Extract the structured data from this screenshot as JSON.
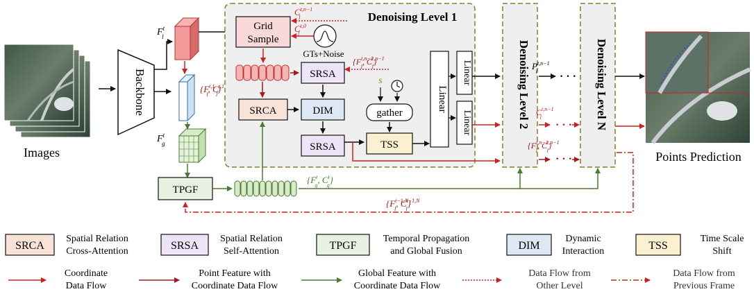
{
  "inputs": {
    "images_label": "Images",
    "backbone_label": "Backbone",
    "fl_label": "F",
    "fl_sup": "t",
    "fl_sub": "l",
    "fg_label": "F",
    "fg_sup": "t",
    "fg_sub": "g",
    "fl_c_label": "{F",
    "fl_c_sup": "t,1",
    "fl_c_sub": "l",
    "fl_c_mid": ", C",
    "fl_c_sup2": "t,1",
    "fl_c_sub2": "l",
    "fl_c_end": "}"
  },
  "level1": {
    "title": "Denoising Level 1",
    "grid_sample_line1": "Grid",
    "grid_sample_line2": "Sample",
    "c_prev_label": "C",
    "c_prev_sup": "t,n−1",
    "c_prev_sub": "l",
    "c_zero_label": "C",
    "c_zero_sup": "t,0",
    "c_zero_sub": "l",
    "gts_noise": "GTs+Noise",
    "other_level_text": "{F",
    "other_level_sup": "t,n−1",
    "other_level_sub": "l",
    "other_level_mid": ", C",
    "other_level_sup2": "t,n−1",
    "other_level_sub2": "l",
    "other_level_end": "}",
    "srsa_top": "SRSA",
    "srca": "SRCA",
    "dim": "DIM",
    "srsa_bottom": "SRSA",
    "s_label": "s",
    "gather": "gather",
    "tss": "TSS",
    "linear_big": "Linear",
    "linear_top": "Linear",
    "linear_bottom": "Linear"
  },
  "levels": {
    "level2": "Denoising Level 2",
    "levelN": "Denoising Level N",
    "p_label": "P",
    "p_sup": "t,n−1",
    "p_sub": "l",
    "c_label": "C",
    "c_sup": "t,n−1",
    "c_sub": "l",
    "fc_text": "{F",
    "fc_sup": "t,n−1",
    "fc_sub": "l",
    "fc_mid": ", C",
    "fc_sup2": "t,n−1",
    "fc_sub2": "l",
    "fc_end": "}",
    "dots": "· · ·",
    "output_label": "Points Prediction"
  },
  "tpgf": {
    "label": "TPGF",
    "global_text": "{F",
    "global_sup": "t",
    "global_sub": "g",
    "global_mid": ", C",
    "global_sup2": "t",
    "global_sub2": "g",
    "global_end": "}",
    "prev_text": "{F",
    "prev_sup": "t−1,N",
    "prev_sub": "l",
    "prev_mid": ", C",
    "prev_sup2": "t−1,N",
    "prev_sub2": "l",
    "prev_end": "}"
  },
  "legend": {
    "srca_abbr": "SRCA",
    "srca_line1": "Spatial Relation",
    "srca_line2": "Cross-Attention",
    "srsa_abbr": "SRSA",
    "srsa_line1": "Spatial Relation",
    "srsa_line2": "Self-Attention",
    "tpgf_abbr": "TPGF",
    "tpgf_line1": "Temporal Propagation",
    "tpgf_line2": "and Global Fusion",
    "dim_abbr": "DIM",
    "dim_line1": "Dynamic",
    "dim_line2": "Interaction",
    "tss_abbr": "TSS",
    "tss_line1": "Time Scale",
    "tss_line2": "Shift",
    "flow1_line1": "Coordinate",
    "flow1_line2": "Data Flow",
    "flow2_line1": "Point Feature with",
    "flow2_line2": "Coordinate Data Flow",
    "flow3_line1": "Global Feature with",
    "flow3_line2": "Coordinate Data Flow",
    "flow4_line1": "Data Flow from",
    "flow4_line2": "Other Level",
    "flow5_line1": "Data Flow from",
    "flow5_line2": "Previous Frame"
  },
  "colors": {
    "red": "#d21f1f",
    "darkred": "#a81818",
    "green": "#4a7a32",
    "srca_fill": "#f8e3d8",
    "srsa_fill": "#eee4f8",
    "tpgf_fill": "#e8f1e1",
    "dim_fill": "#dde8f4",
    "tss_fill": "#fbf0cf",
    "grid_fill": "#f9d8d8",
    "level_fill": "#efefef",
    "level_border": "#8a7a2a"
  }
}
